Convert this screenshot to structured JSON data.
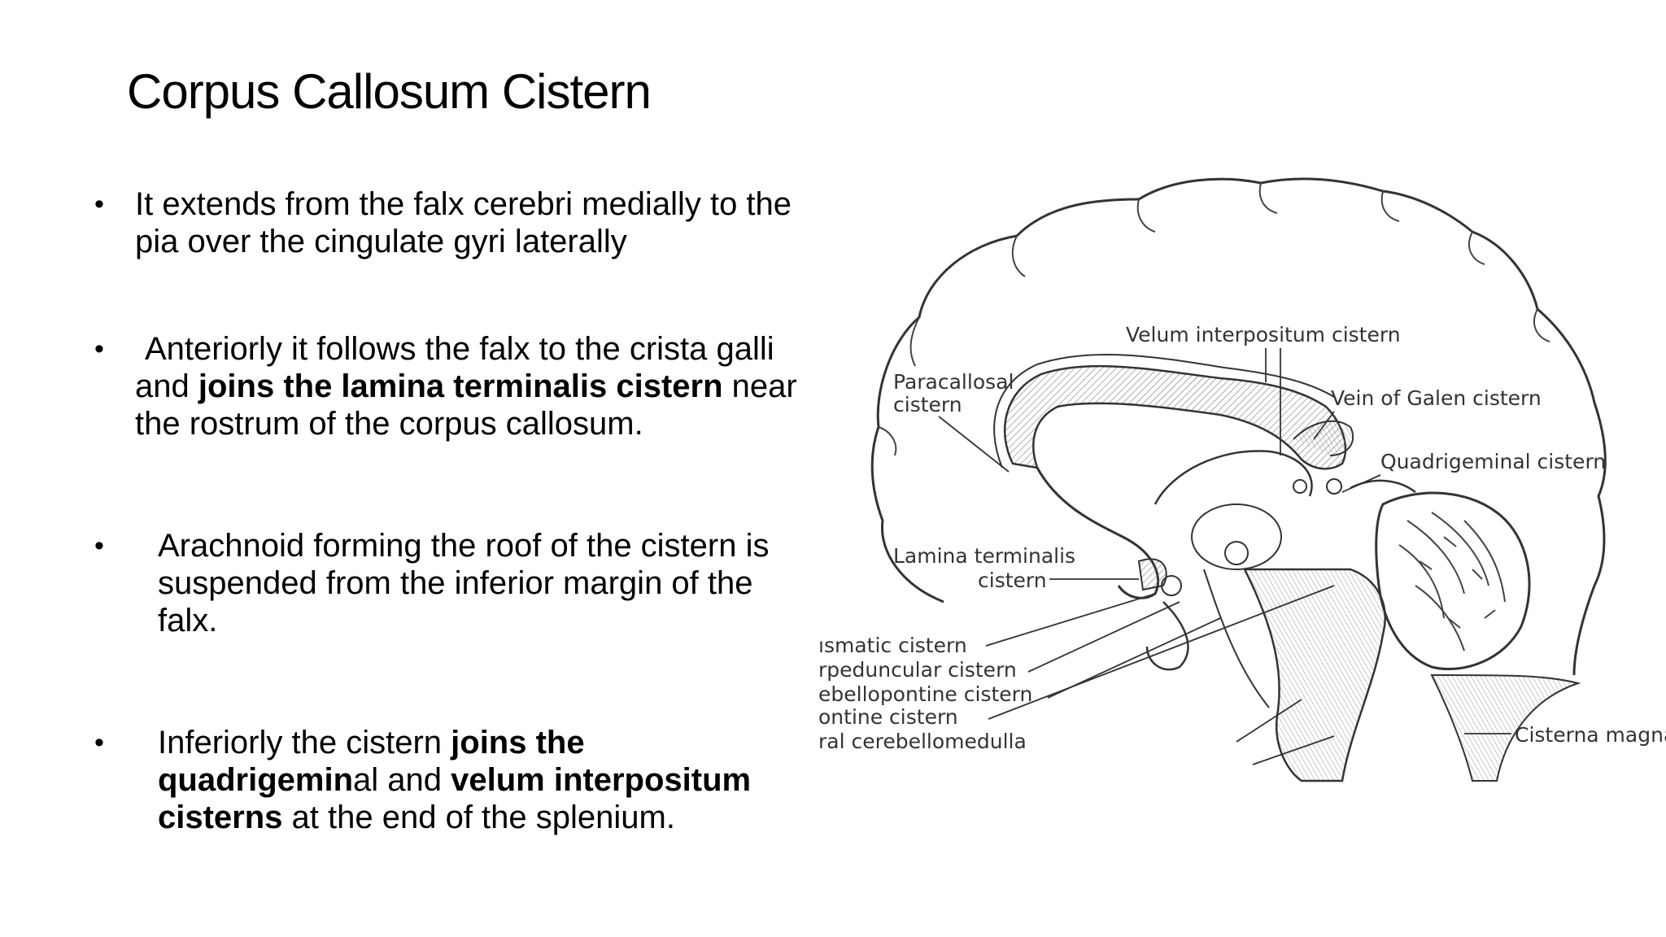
{
  "slide": {
    "title": "Corpus Callosum Cistern",
    "bullets": [
      {
        "segments": [
          {
            "text": "It extends from  the falx cerebri  medially to the pia over  the cingulate gyri laterally",
            "bold": false
          }
        ]
      },
      {
        "segments": [
          {
            "text": "Anteriorly  it follows the falx  to  the crista  galli and ",
            "bold": false
          },
          {
            "text": "joins the lamina terminalis  cistern",
            "bold": true
          },
          {
            "text": " near the rostrum  of the  corpus callosum.",
            "bold": false
          }
        ]
      },
      {
        "segments": [
          {
            "text": "Arachnoid forming the roof of the cistern is suspended from  the inferior margin of the falx.",
            "bold": false
          }
        ]
      },
      {
        "segments": [
          {
            "text": "Inferiorly  the cistern ",
            "bold": false
          },
          {
            "text": "joins the quadrigemin",
            "bold": true
          },
          {
            "text": "al and ",
            "bold": false
          },
          {
            "text": "velum  interpositum cisterns",
            "bold": true
          },
          {
            "text": " at the end of  the splenium.",
            "bold": false
          }
        ]
      }
    ]
  },
  "diagram": {
    "labels": {
      "velum": "Velum  interpositum  cistern",
      "paracallosal_1": "Paracallosal",
      "paracallosal_2": "cistern",
      "galen": "Vein of  Galen  cistern",
      "quadrigeminal": "Quadrigeminal  cistern",
      "lamina_1": "Lamina  terminalis",
      "lamina_2": "cistern",
      "chiasmatic": "ısmatic  cistern",
      "interpeduncular": "rpeduncular  cistern",
      "cerebellopontine": "ebellopontine  cistern",
      "pontine": "ontine   cistern",
      "cerebellomedullary": "ral  cerebellomedulla",
      "magna": "Cisterna  magna"
    }
  }
}
